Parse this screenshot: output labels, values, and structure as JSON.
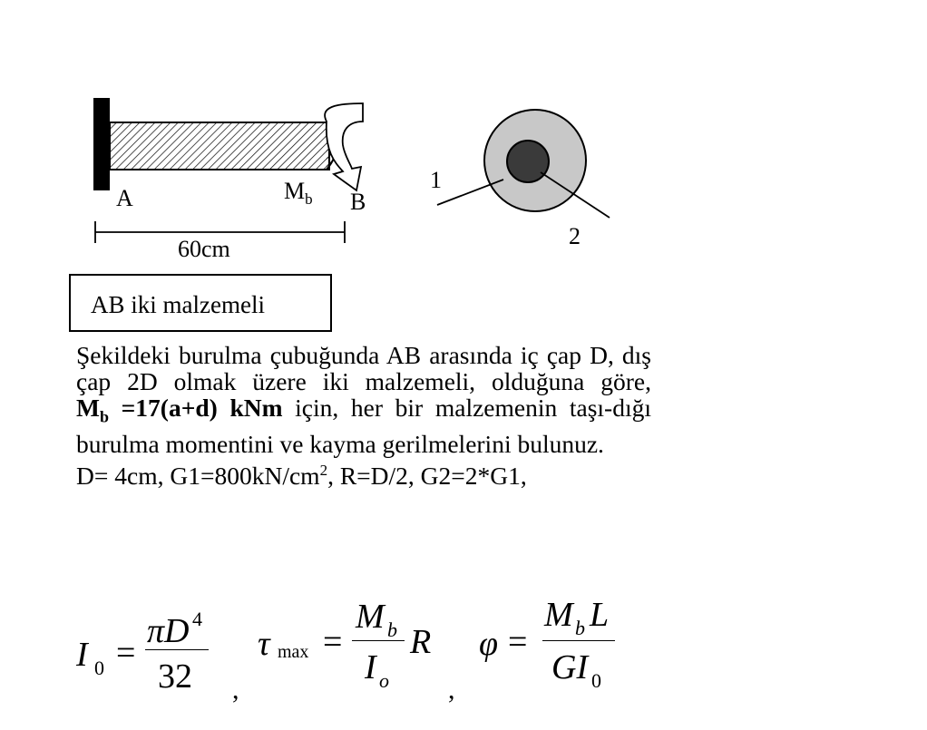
{
  "figure": {
    "label_a": "A",
    "label_b": "B",
    "label_mb": "M",
    "label_mb_sub": "b",
    "dimension": "60cm",
    "label_1": "1",
    "label_2": "2",
    "colors": {
      "outer_ring": "#c8c8c8",
      "inner_core": "#3a3a3a"
    }
  },
  "box_text": "AB  iki malzemeli",
  "paragraph": {
    "line1": "Şekildeki burulma çubuğunda AB arasında iç çap D, dış çap 2D olmak üzere iki malzemeli, olduğuna göre,",
    "mb_bold": "M",
    "mb_bold_sub": "b",
    "mb_bold_rest": " =17(a+d) kNm",
    "line2_rest": " için, her bir malzemenin taşı-dığı burulma momentini  ve kayma gerilmelerini bulunuz.",
    "givens_pre": "D= 4cm,  G1=800kN/cm",
    "givens_sup": "2",
    "givens_post": ", R=D/2, G2=2*G1,"
  },
  "formulas": {
    "f1_lhs": "I",
    "f1_lhs_sub": "0",
    "f1_num": "πD",
    "f1_num_sup": "4",
    "f1_den": "32",
    "f2_lhs": "τ",
    "f2_lhs_sub": "max",
    "f2_num": "M",
    "f2_num_sub": "b",
    "f2_den": "I",
    "f2_den_sub": "o",
    "f2_tail": "R",
    "f3_lhs": "φ",
    "f3_num": "M",
    "f3_num_sub": "b",
    "f3_num_tail": "L",
    "f3_den": "GI",
    "f3_den_sub": "0",
    "equals": "=",
    "comma": ","
  }
}
